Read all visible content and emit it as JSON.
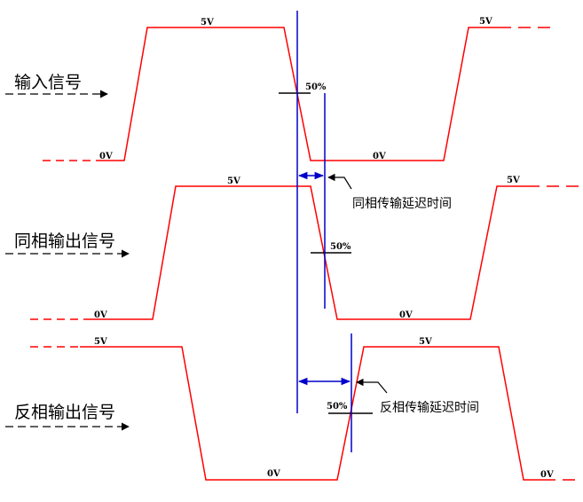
{
  "signals": {
    "input": {
      "label": "输入信号",
      "high": "5V",
      "low": "0V",
      "high_right": "5V",
      "low_mid": "0V",
      "threshold": "50%"
    },
    "inphase": {
      "label": "同相输出信号",
      "high": "5V",
      "low": "0V",
      "high_right": "5V",
      "low_mid": "0V",
      "threshold": "50%"
    },
    "inverted": {
      "label": "反相输出信号",
      "high": "5V",
      "low": "0V",
      "low_right": "0V",
      "high_mid": "5V",
      "threshold": "50%"
    }
  },
  "annotations": {
    "inphase_delay": "同相传输延迟时间",
    "inverted_delay": "反相传输延迟时间"
  },
  "colors": {
    "signal": "#ff0000",
    "marker": "#0000cc",
    "text": "#000000"
  }
}
